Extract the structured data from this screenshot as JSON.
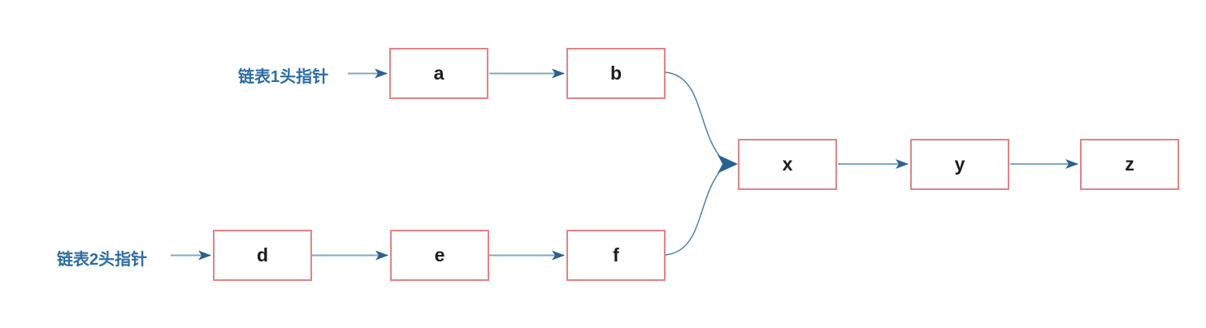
{
  "diagram": {
    "description": "Two singly linked lists merging into a common tail",
    "pointers": {
      "list1": "链表1头指针",
      "list2": "链表2头指针"
    },
    "nodes": {
      "a": "a",
      "b": "b",
      "d": "d",
      "e": "e",
      "f": "f",
      "x": "x",
      "y": "y",
      "z": "z"
    },
    "edges": [
      {
        "from": "链表1头指针",
        "to": "a"
      },
      {
        "from": "a",
        "to": "b"
      },
      {
        "from": "b",
        "to": "x"
      },
      {
        "from": "链表2头指针",
        "to": "d"
      },
      {
        "from": "d",
        "to": "e"
      },
      {
        "from": "e",
        "to": "f"
      },
      {
        "from": "f",
        "to": "x"
      },
      {
        "from": "x",
        "to": "y"
      },
      {
        "from": "y",
        "to": "z"
      }
    ],
    "colors": {
      "node_border": "#e08484",
      "node_fill": "#ffffff",
      "node_text": "#1c1c1c",
      "arrow_line": "#7fa8c7",
      "arrow_head": "#2a6191",
      "curve_line": "#4d82ad",
      "pointer_text": "#2c6da4",
      "background": "#ffffff"
    }
  }
}
